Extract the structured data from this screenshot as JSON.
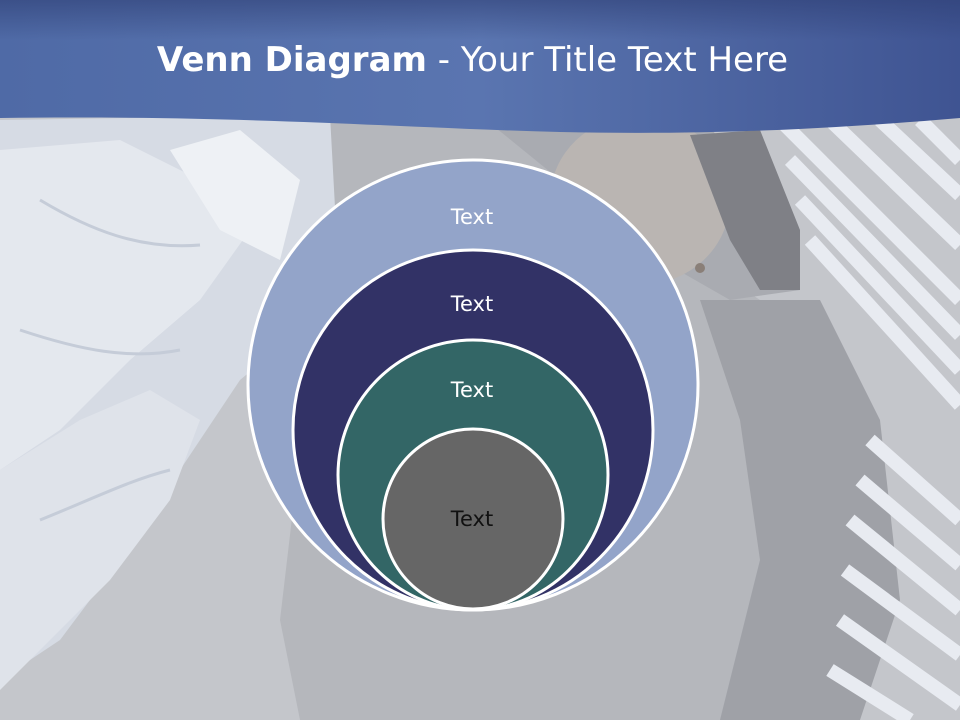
{
  "slide": {
    "title_bold": "Venn Diagram",
    "title_rest": " - Your Title Text Here"
  },
  "venn": {
    "layers": [
      {
        "label": "Text",
        "fill": "#93a4c9",
        "text_color": "#ffffff"
      },
      {
        "label": "Text",
        "fill": "#323266",
        "text_color": "#ffffff"
      },
      {
        "label": "Text",
        "fill": "#336666",
        "text_color": "#ffffff"
      },
      {
        "label": "Text",
        "fill": "#666666",
        "text_color": "#111111"
      }
    ]
  },
  "colors": {
    "header": "#5068a2",
    "background": "#c4c6cb",
    "outline": "#ffffff"
  }
}
